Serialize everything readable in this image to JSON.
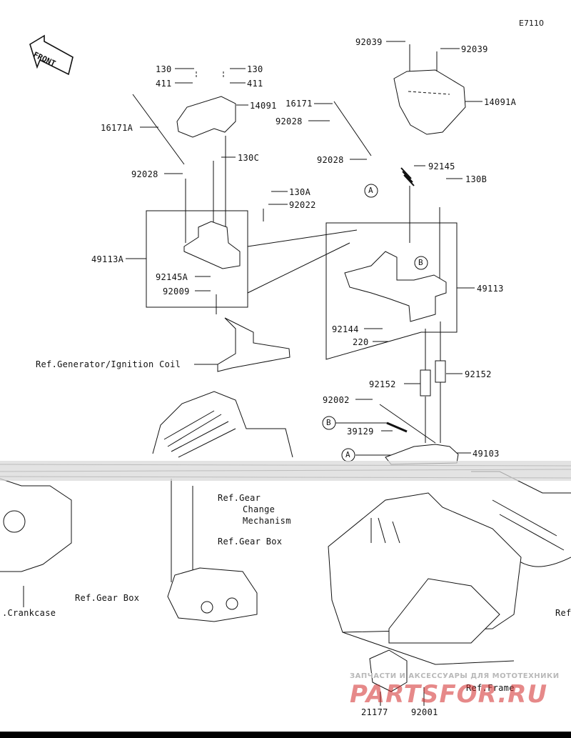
{
  "diagram": {
    "code": "E7110",
    "front_label": "FRONT",
    "parts": {
      "p92039a": "92039",
      "p92039b": "92039",
      "p130a": "130",
      "p130b": "130",
      "p411a": "411",
      "p411b": "411",
      "p14091": "14091",
      "p16171": "16171",
      "p14091A": "14091A",
      "p16171A": "16171A",
      "p92028a": "92028",
      "p130C": "130C",
      "p92028b": "92028",
      "p92145": "92145",
      "p92028c": "92028",
      "p130B": "130B",
      "p130A": "130A",
      "p92022": "92022",
      "p49113A": "49113A",
      "p92145A": "92145A",
      "p92009": "92009",
      "p49113": "49113",
      "p92144": "92144",
      "p220": "220",
      "p92152a": "92152",
      "p92152b": "92152",
      "p92002": "92002",
      "p39129": "39129",
      "p49103": "49103",
      "p21177": "21177",
      "p92001": "92001"
    },
    "callouts": {
      "A1": "A",
      "A2": "A",
      "B1": "B",
      "B2": "B"
    },
    "refs": {
      "gen": "Ref.Generator/Ignition Coil",
      "gear1": "Ref.Gear",
      "gear2": "Change",
      "gear3": "Mechanism",
      "gearbox1": "Ref.Gear Box",
      "gearbox2": "Ref.Gear Box",
      "crankcase": ".Crankcase",
      "frame": "Ref.Frame",
      "right_ref": "Ref"
    },
    "watermark": {
      "line1": "ЗАПЧАСТИ И АКСЕССУАРЫ ДЛЯ МОТОТЕХНИКИ",
      "line2": "PARTSFOR.RU"
    }
  }
}
